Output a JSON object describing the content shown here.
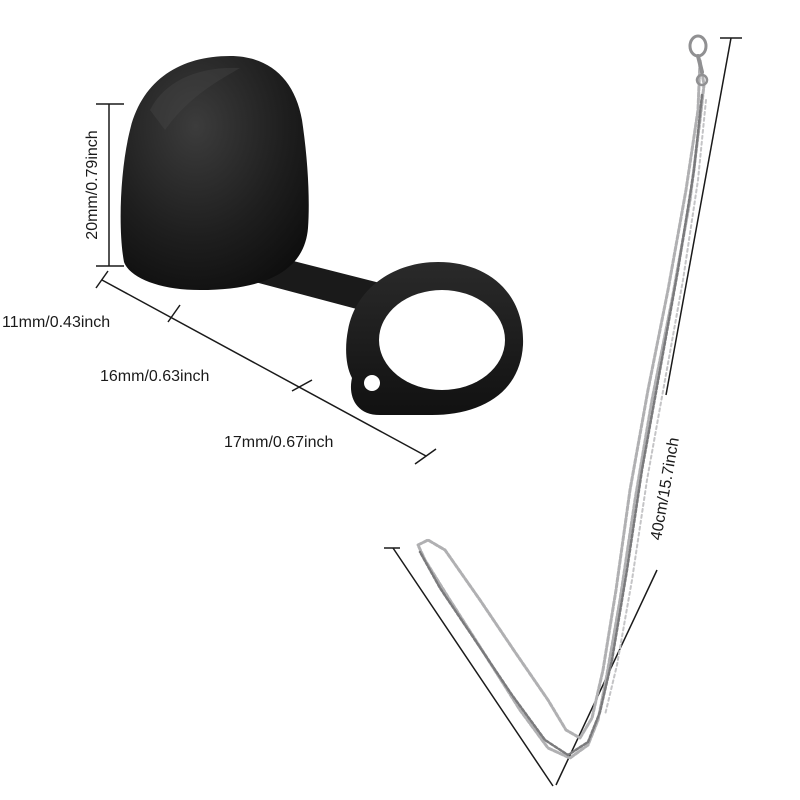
{
  "product": {
    "colors": {
      "silicone": "#1c1c1c",
      "silicone_highlight": "#3a3a3a",
      "chain": "#a9a9ab",
      "chain_dark": "#6e6e70",
      "dimension_line": "#1a1a1a",
      "background": "#ffffff"
    }
  },
  "dimensions": {
    "height": "20mm/0.79inch",
    "width_a": "11mm/0.43inch",
    "width_b": "16mm/0.63inch",
    "width_c": "17mm/0.67inch",
    "chain_length": "40cm/15.7inch"
  }
}
